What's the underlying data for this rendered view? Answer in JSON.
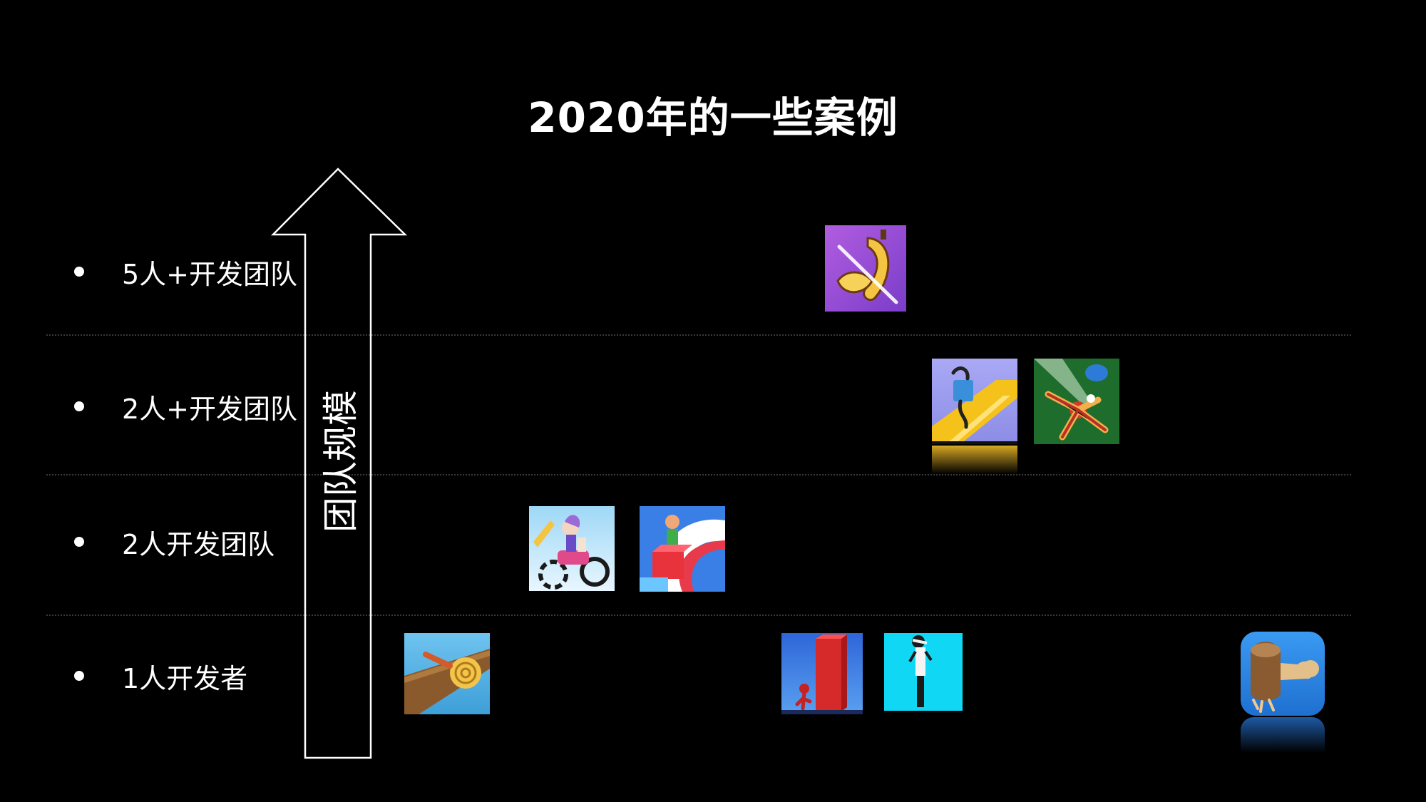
{
  "title": "2020年的一些案例",
  "axis": {
    "label": "团队规模",
    "color": "#ffffff"
  },
  "tiers": [
    {
      "label": "5人+开发团队",
      "apps": [
        "banana-slice-app-icon"
      ]
    },
    {
      "label": "2人+开发团队",
      "apps": [
        "cube-runner-app-icon",
        "ragdoll-dart-app-icon"
      ]
    },
    {
      "label": "2人开发团队",
      "apps": [
        "draw-rider-app-icon",
        "tower-runner-app-icon"
      ]
    },
    {
      "label": "1人开发者",
      "apps": [
        "spiral-roll-app-icon",
        "red-tower-climber-app-icon",
        "stretch-guy-app-icon",
        "wood-turning-app-icon"
      ]
    }
  ],
  "colors": {
    "background": "#000000",
    "text": "#ffffff",
    "divider": "#3a3a3a"
  }
}
